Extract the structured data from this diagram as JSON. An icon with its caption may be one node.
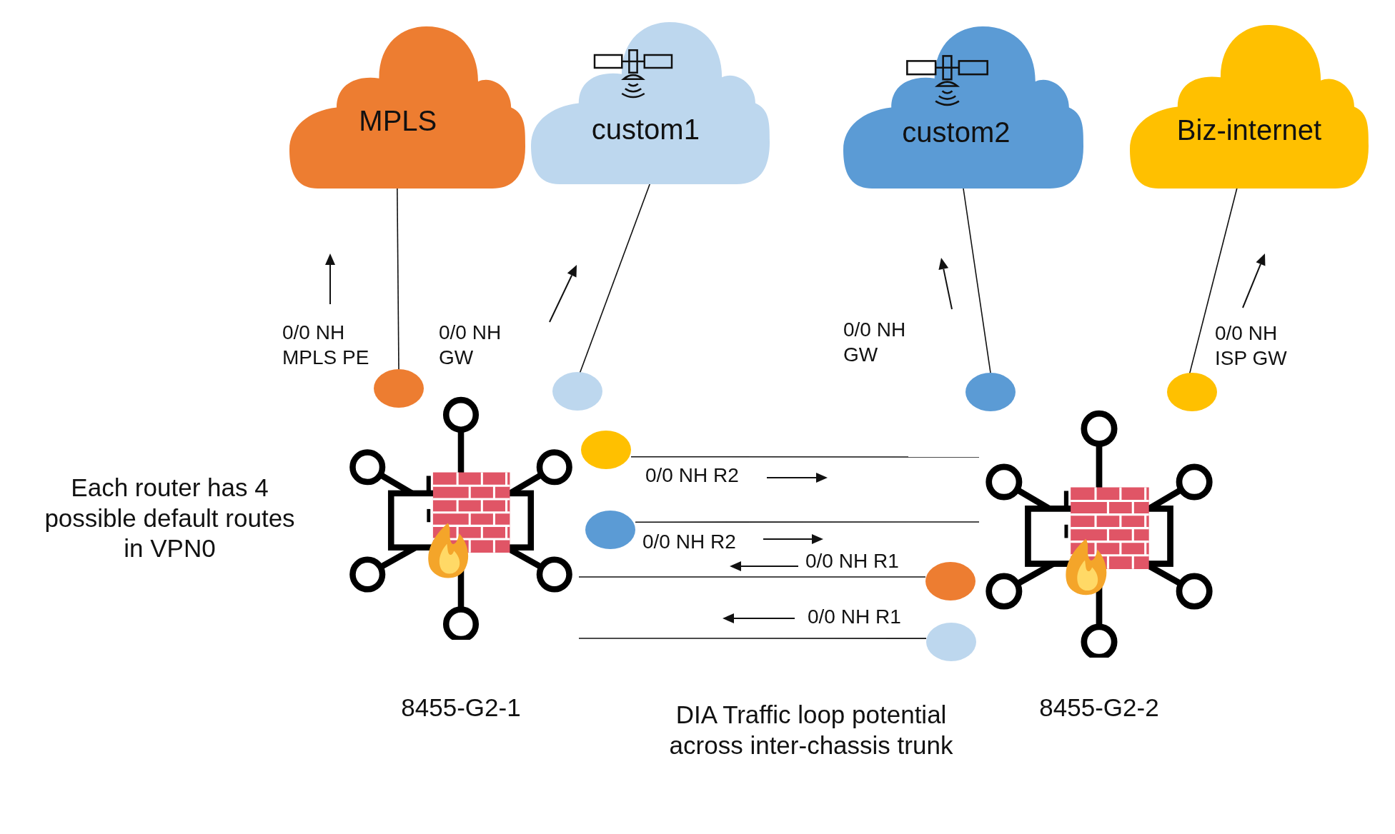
{
  "diagram": {
    "nodes": [
      {
        "text": [
          "MPLS"
        ]
      },
      {
        "text": [
          "custom1"
        ]
      },
      {
        "text": [
          "custom2"
        ]
      },
      {
        "text": [
          "Biz-internet"
        ]
      },
      {
        "text": [],
        "shape": "circle"
      },
      {
        "text": [],
        "shape": "circle"
      },
      {
        "text": [],
        "shape": "circle"
      },
      {
        "text": [],
        "shape": "circle"
      },
      {
        "text": [],
        "shape": "circle"
      },
      {
        "text": [],
        "shape": "circle"
      },
      {
        "text": [],
        "shape": "circle"
      },
      {
        "text": [],
        "shape": "circle"
      },
      {
        "text": [
          "8455-G2-1"
        ]
      },
      {
        "text": [
          "8455-G2-2"
        ]
      }
    ],
    "edges": [
      {
        "from": 0,
        "to": 4,
        "arrow": "none",
        "label": "0/0 NH MPLS PE"
      },
      {
        "from": 1,
        "to": 5,
        "arrow": "none",
        "label": "0/0 NH GW"
      },
      {
        "from": 2,
        "to": 6,
        "arrow": "none",
        "label": "0/0 NH GW"
      },
      {
        "from": 3,
        "to": 7,
        "arrow": "none",
        "label": "0/0 NH ISP GW"
      },
      {
        "from": 8,
        "to": 13,
        "arrow": "none",
        "label": "0/0 NH R2"
      },
      {
        "from": 9,
        "to": 13,
        "arrow": "none",
        "label": "0/0 NH R2"
      },
      {
        "from": 12,
        "to": 10,
        "arrow": "none",
        "label": "0/0 NH R1"
      },
      {
        "from": 12,
        "to": 11,
        "arrow": "none",
        "label": "0/0 NH R1"
      }
    ],
    "labels": [
      "Each router has 4 possible default routes in VPN0",
      "DIA Traffic loop potential across inter-chassis trunk"
    ]
  }
}
